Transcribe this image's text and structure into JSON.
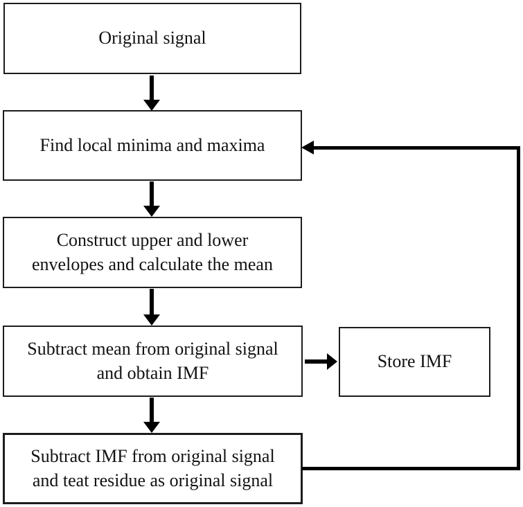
{
  "diagram": {
    "nodes": [
      {
        "id": "original-signal",
        "lines": [
          "Original signal"
        ]
      },
      {
        "id": "find-extrema",
        "lines": [
          "Find local minima and maxima"
        ]
      },
      {
        "id": "construct-envelopes",
        "lines": [
          "Construct upper and lower",
          "envelopes and calculate the mean"
        ]
      },
      {
        "id": "subtract-mean",
        "lines": [
          "Subtract mean from original signal",
          "and obtain IMF"
        ]
      },
      {
        "id": "store-imf",
        "lines": [
          "Store IMF"
        ]
      },
      {
        "id": "subtract-imf",
        "lines": [
          "Subtract IMF from original signal",
          "and teat residue as original signal"
        ]
      }
    ],
    "edges": [
      {
        "from": "original-signal",
        "to": "find-extrema",
        "type": "arrow-down"
      },
      {
        "from": "find-extrema",
        "to": "construct-envelopes",
        "type": "arrow-down"
      },
      {
        "from": "construct-envelopes",
        "to": "subtract-mean",
        "type": "arrow-down"
      },
      {
        "from": "subtract-mean",
        "to": "store-imf",
        "type": "arrow-right"
      },
      {
        "from": "subtract-mean",
        "to": "subtract-imf",
        "type": "arrow-down"
      },
      {
        "from": "subtract-imf",
        "to": "find-extrema",
        "type": "feedback-loop"
      }
    ],
    "colors": {
      "line": "#000000",
      "border": "#1c1c1c",
      "text": "#121212",
      "background": "#ffffff"
    }
  }
}
